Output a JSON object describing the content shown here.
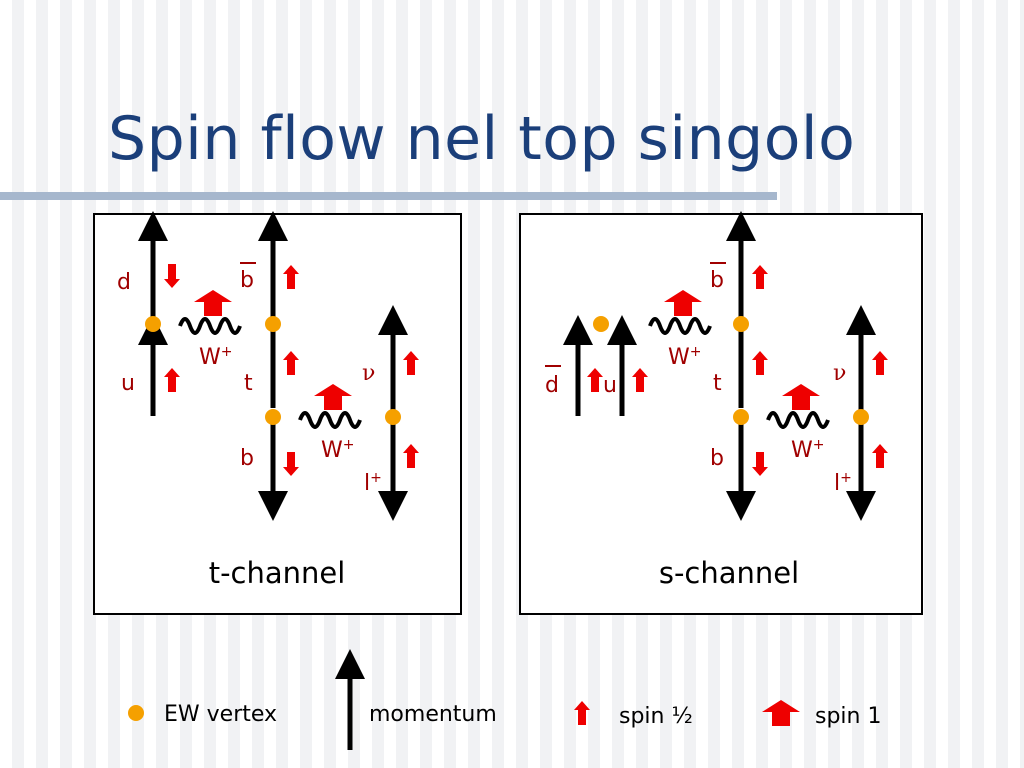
{
  "slide": {
    "title": "Spin flow nel top singolo"
  },
  "panels": {
    "t_channel": {
      "label": "t-channel",
      "particles": {
        "d": "d",
        "u": "u",
        "bbar": "b",
        "t": "t",
        "b": "b",
        "W_top": "W",
        "W_bottom": "W",
        "W_charge": "+",
        "nu": "ν",
        "lepton": "l",
        "lepton_charge": "+"
      }
    },
    "s_channel": {
      "label": "s-channel",
      "particles": {
        "dbar": "d",
        "u": "u",
        "bbar": "b",
        "t": "t",
        "b": "b",
        "W_top": "W",
        "W_bottom": "W",
        "W_charge": "+",
        "nu": "ν",
        "lepton": "l",
        "lepton_charge": "+"
      }
    }
  },
  "legend": {
    "ew_vertex": "EW vertex",
    "momentum": "momentum",
    "spin_half": "spin ½",
    "spin_one": "spin 1"
  },
  "colors": {
    "title": "#1b3f7a",
    "title_rule": "#a6b7cd",
    "vertex": "#f5a000",
    "spin_arrow": "#ee0000",
    "label": "#a00000",
    "momentum": "#000000"
  }
}
